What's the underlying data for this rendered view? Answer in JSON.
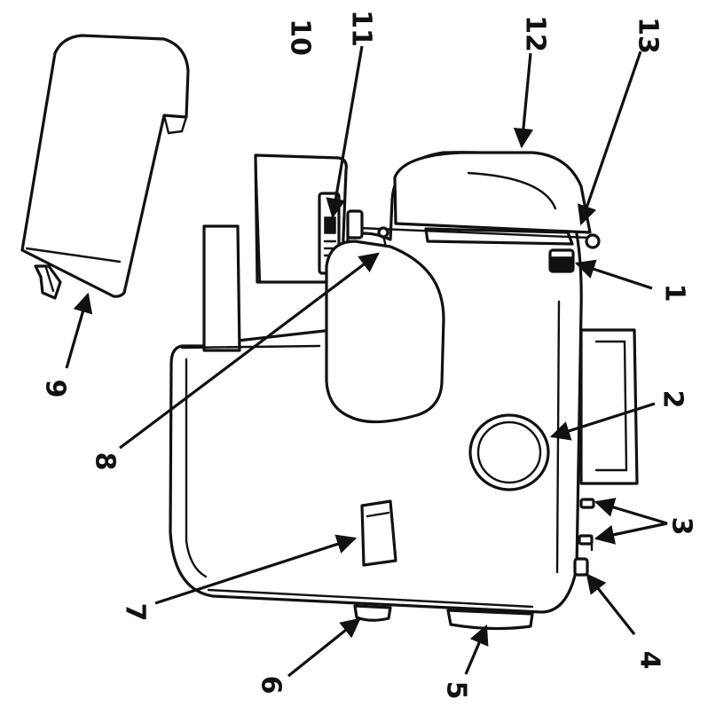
{
  "diagram": {
    "labels": [
      {
        "id": "1",
        "text": "1"
      },
      {
        "id": "2",
        "text": "2"
      },
      {
        "id": "3",
        "text": "3"
      },
      {
        "id": "4",
        "text": "4"
      },
      {
        "id": "5",
        "text": "5"
      },
      {
        "id": "6",
        "text": "6"
      },
      {
        "id": "7",
        "text": "7"
      },
      {
        "id": "8",
        "text": "8"
      },
      {
        "id": "9",
        "text": "9"
      },
      {
        "id": "10",
        "text": "10"
      },
      {
        "id": "11",
        "text": "11"
      },
      {
        "id": "12",
        "text": "12"
      },
      {
        "id": "13",
        "text": "13"
      }
    ]
  },
  "colors": {
    "ink": "#111111",
    "paper": "#ffffff"
  }
}
